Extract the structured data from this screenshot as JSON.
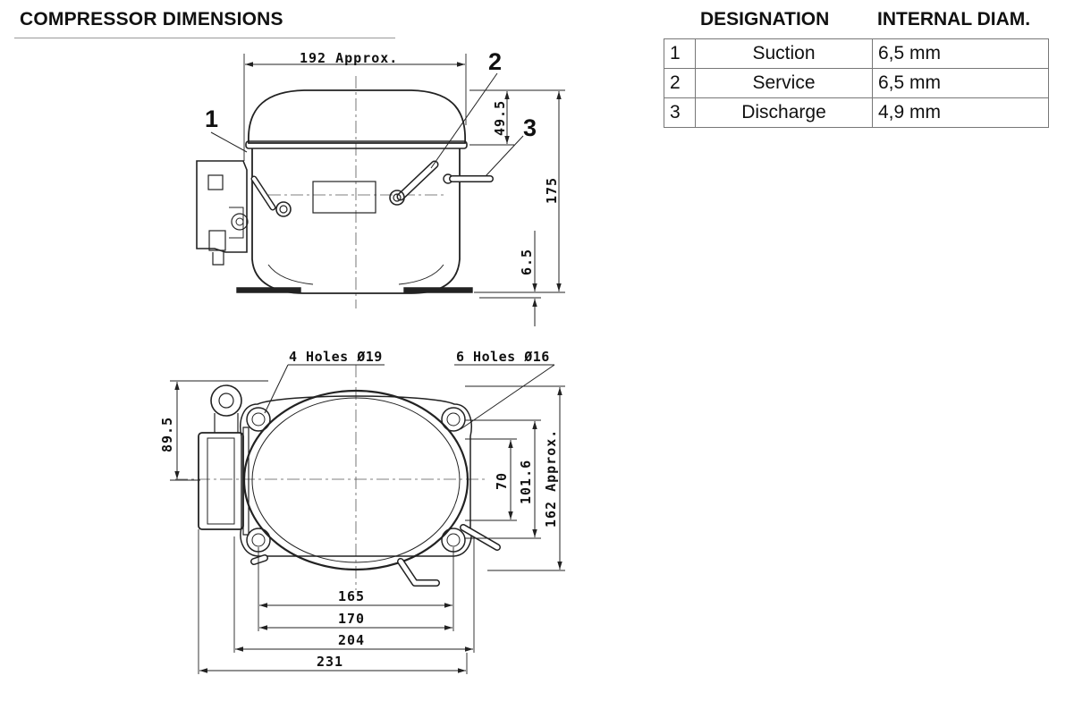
{
  "header": {
    "title": "COMPRESSOR DIMENSIONS"
  },
  "table": {
    "col_designation": "DESIGNATION",
    "col_internal_diam": "INTERNAL DIAM.",
    "rows": [
      {
        "num": "1",
        "name": "Suction",
        "diam": "6,5 mm"
      },
      {
        "num": "2",
        "name": "Service",
        "diam": "6,5 mm"
      },
      {
        "num": "3",
        "name": "Discharge",
        "diam": "4,9 mm"
      }
    ]
  },
  "side_view": {
    "width_label": "192 Approx.",
    "height_label": "175",
    "top_label": "49.5",
    "bottom_label": "6.5",
    "callout_1": "1",
    "callout_2": "2",
    "callout_3": "3"
  },
  "top_view": {
    "holes_19_label": "4 Holes Ø19",
    "holes_16_label": "6 Holes Ø16",
    "dim_89_5": "89.5",
    "dim_70": "70",
    "dim_101_6": "101.6",
    "dim_162": "162 Approx.",
    "dim_165": "165",
    "dim_170": "170",
    "dim_204": "204",
    "dim_231": "231"
  },
  "colors": {
    "line": "#222222",
    "center_line": "#555555",
    "table_border": "#777777"
  }
}
